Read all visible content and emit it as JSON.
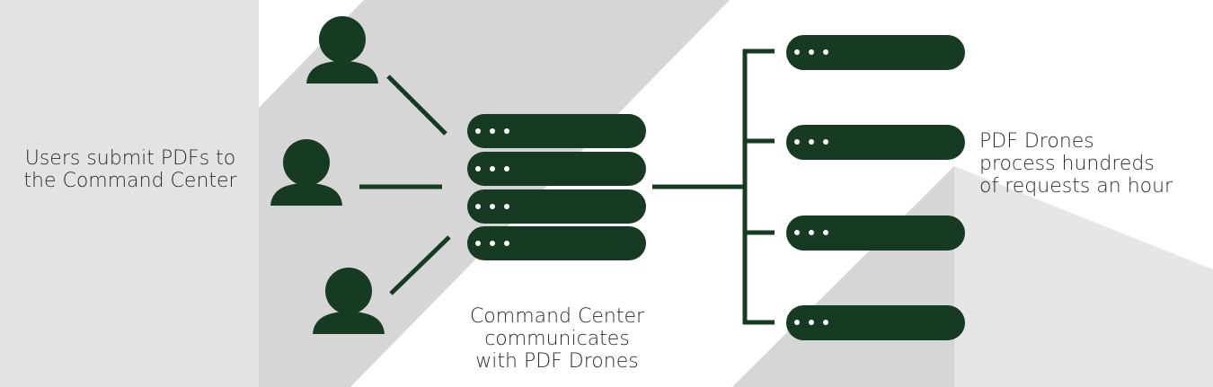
{
  "labels": {
    "users": [
      "Users submit PDFs to",
      "the Command Center"
    ],
    "command_center": [
      "Command Center",
      "communicates",
      "with PDF Drones"
    ],
    "drones": [
      "PDF Drones",
      "process hundreds",
      "of requests an hour"
    ]
  },
  "nodes": {
    "user_icon_count": 3,
    "command_center_unit_count": 4,
    "drone_count": 4
  },
  "colors": {
    "icon": "#173a23",
    "panel_left": "#e3e3e3",
    "band": "#d6d6d6",
    "band_light": "#e6e6e6",
    "background": "#ffffff",
    "dot": "#ffffff",
    "text": "#2b2b2b"
  }
}
